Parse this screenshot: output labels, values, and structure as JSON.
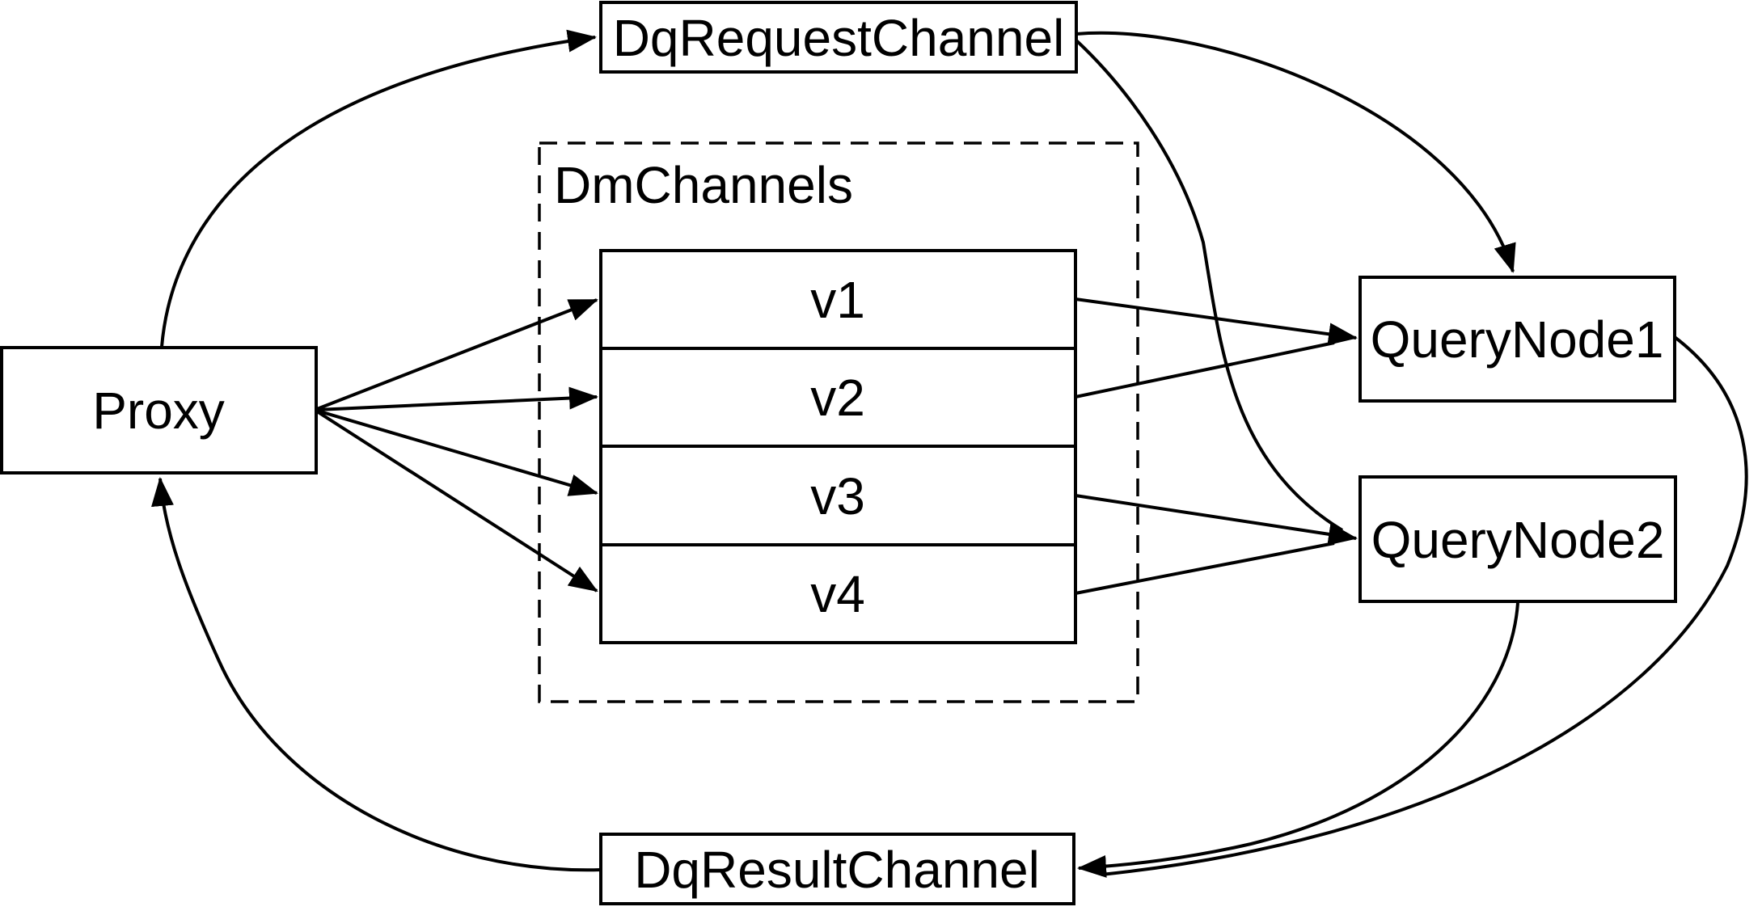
{
  "diagram": {
    "background_color": "#ffffff",
    "stroke_color": "#000000",
    "nodes": {
      "proxy": {
        "label": "Proxy"
      },
      "dq_request_channel": {
        "label": "DqRequestChannel"
      },
      "dm_channels_group": {
        "label": "DmChannels"
      },
      "channels": [
        {
          "label": "v1"
        },
        {
          "label": "v2"
        },
        {
          "label": "v3"
        },
        {
          "label": "v4"
        }
      ],
      "query_node_1": {
        "label": "QueryNode1"
      },
      "query_node_2": {
        "label": "QueryNode2"
      },
      "dq_result_channel": {
        "label": "DqResultChannel"
      }
    },
    "edges": [
      {
        "from": "Proxy",
        "to": "DqRequestChannel"
      },
      {
        "from": "DqRequestChannel",
        "to": "QueryNode1"
      },
      {
        "from": "DqRequestChannel",
        "to": "QueryNode2"
      },
      {
        "from": "Proxy",
        "to": "v1"
      },
      {
        "from": "Proxy",
        "to": "v2"
      },
      {
        "from": "Proxy",
        "to": "v3"
      },
      {
        "from": "Proxy",
        "to": "v4"
      },
      {
        "from": "v1",
        "to": "QueryNode1"
      },
      {
        "from": "v2",
        "to": "QueryNode1"
      },
      {
        "from": "v3",
        "to": "QueryNode2"
      },
      {
        "from": "v4",
        "to": "QueryNode2"
      },
      {
        "from": "QueryNode1",
        "to": "DqResultChannel"
      },
      {
        "from": "QueryNode2",
        "to": "DqResultChannel"
      },
      {
        "from": "DqResultChannel",
        "to": "Proxy"
      }
    ]
  }
}
